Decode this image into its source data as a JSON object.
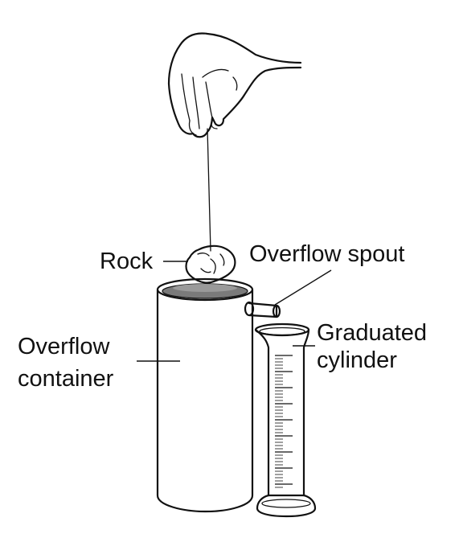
{
  "labels": {
    "rock": "Rock",
    "overflow_spout": "Overflow spout",
    "graduated_cylinder_line1": "Graduated",
    "graduated_cylinder_line2": "cylinder",
    "overflow_container_line1": "Overflow",
    "overflow_container_line2": "container"
  }
}
